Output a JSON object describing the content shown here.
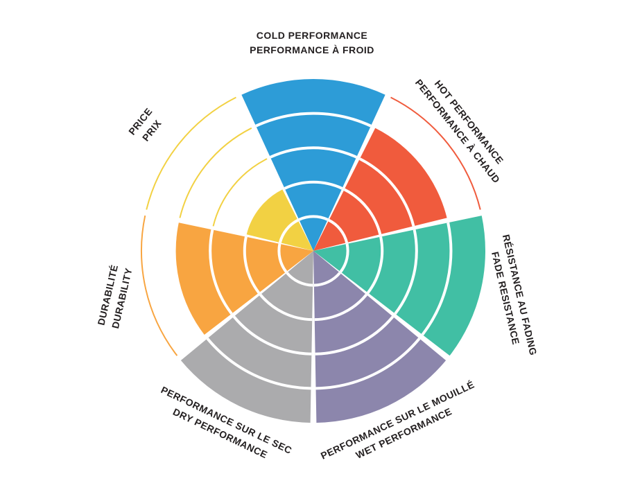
{
  "chart_data": {
    "type": "pie",
    "variant": "polar_rose_rating_wheel",
    "title": "",
    "rings": 5,
    "max_value": 5,
    "background": "#FFFFFF",
    "text_color": "#231F20",
    "ring_divider_color": "#FFFFFF",
    "legend": "none",
    "sectors": [
      {
        "id": "cold",
        "lines": [
          "COLD PERFORMANCE",
          "PERFORMANCE À FROID"
        ],
        "label_en": "COLD PERFORMANCE",
        "label_fr": "PERFORMANCE À FROID",
        "value": 5,
        "color": "#2D9CD7"
      },
      {
        "id": "hot",
        "lines": [
          "HOT PERFORMANCE",
          "PERFORMANCE À CHAUD"
        ],
        "label_en": "HOT PERFORMANCE",
        "label_fr": "PERFORMANCE À CHAUD",
        "value": 4,
        "color": "#F05B3D"
      },
      {
        "id": "fade",
        "lines": [
          "RÉSISTANCE AU FADING",
          "FADE RESISTANCE"
        ],
        "label_en": "FADE RESISTANCE",
        "label_fr": "RÉSISTANCE AU FADING",
        "value": 5,
        "color": "#41BFA4"
      },
      {
        "id": "wet",
        "lines": [
          "PERFORMANCE SUR LE MOUILLÉ",
          "WET PERFORMANCE"
        ],
        "label_en": "WET PERFORMANCE",
        "label_fr": "PERFORMANCE SUR LE MOUILLÉ",
        "value": 5,
        "color": "#8C86AC"
      },
      {
        "id": "dry",
        "lines": [
          "PERFORMANCE SUR LE SEC",
          "DRY PERFORMANCE"
        ],
        "label_en": "DRY PERFORMANCE",
        "label_fr": "PERFORMANCE SUR LE SEC",
        "value": 5,
        "color": "#ABABAD"
      },
      {
        "id": "durability",
        "lines": [
          "DURABILITÉ",
          "DURABILITY"
        ],
        "label_en": "DURABILITY",
        "label_fr": "DURABILITÉ",
        "value": 4,
        "color": "#F8A541"
      },
      {
        "id": "price",
        "lines": [
          "PRICE",
          "PRIX"
        ],
        "label_en": "PRICE",
        "label_fr": "PRIX",
        "value": 2,
        "color": "#F2D143"
      }
    ]
  }
}
